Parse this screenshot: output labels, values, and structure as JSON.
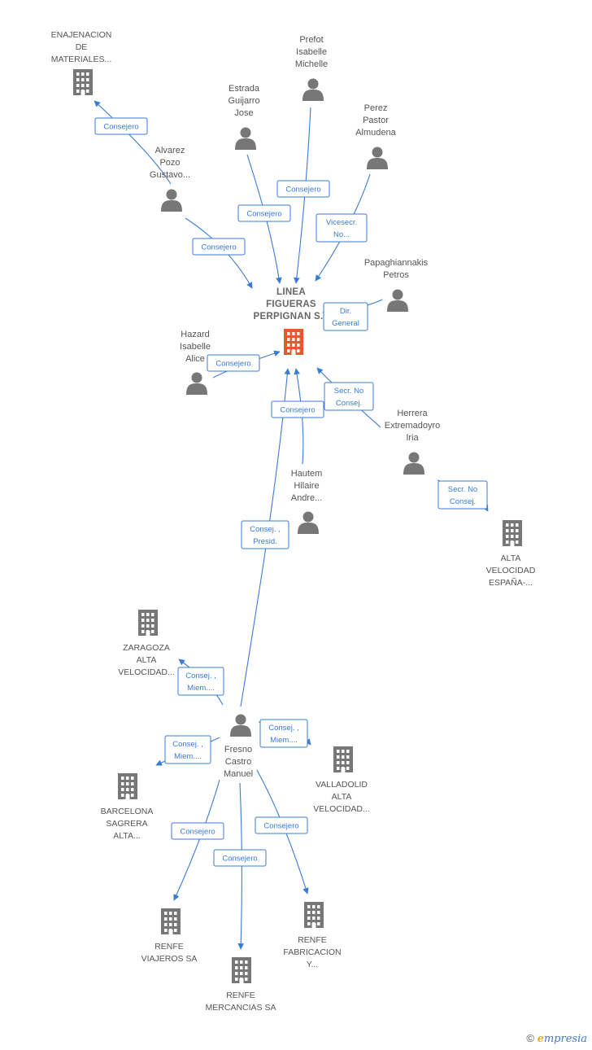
{
  "nodes": [
    {
      "id": "linea",
      "type": "company",
      "center": true,
      "lines": [
        "LINEA",
        "FIGUERAS",
        "PERPIGNAN S..."
      ]
    },
    {
      "id": "enajenacion",
      "type": "company",
      "lines": [
        "ENAJENACION",
        "DE",
        "MATERIALES..."
      ]
    },
    {
      "id": "alvarez",
      "type": "person",
      "lines": [
        "Alvarez",
        "Pozo",
        "Gustavo..."
      ]
    },
    {
      "id": "estrada",
      "type": "person",
      "lines": [
        "Estrada",
        "Guijarro",
        "Jose"
      ]
    },
    {
      "id": "prefot",
      "type": "person",
      "lines": [
        "Prefot",
        "Isabelle",
        "Michelle"
      ]
    },
    {
      "id": "perez",
      "type": "person",
      "lines": [
        "Perez",
        "Pastor",
        "Almudena"
      ]
    },
    {
      "id": "papaghiannakis",
      "type": "person",
      "lines": [
        "Papaghiannakis",
        "Petros"
      ]
    },
    {
      "id": "hazard",
      "type": "person",
      "lines": [
        "Hazard",
        "Isabelle",
        "Alice"
      ]
    },
    {
      "id": "herrera",
      "type": "person",
      "lines": [
        "Herrera",
        "Extremadoyro",
        "Iria"
      ]
    },
    {
      "id": "hautem",
      "type": "person",
      "lines": [
        "Hautem",
        "Hilaire",
        "Andre..."
      ]
    },
    {
      "id": "alta",
      "type": "company",
      "lines": [
        "ALTA",
        "VELOCIDAD",
        "ESPAÑA-..."
      ]
    },
    {
      "id": "zaragoza",
      "type": "company",
      "lines": [
        "ZARAGOZA",
        "ALTA",
        "VELOCIDAD..."
      ]
    },
    {
      "id": "fresno",
      "type": "person",
      "lines": [
        "Fresno",
        "Castro",
        "Manuel"
      ]
    },
    {
      "id": "barcelona",
      "type": "company",
      "lines": [
        "BARCELONA",
        "SAGRERA",
        "ALTA..."
      ]
    },
    {
      "id": "valladolid",
      "type": "company",
      "lines": [
        "VALLADOLID",
        "ALTA",
        "VELOCIDAD..."
      ]
    },
    {
      "id": "renfe_viajeros",
      "type": "company",
      "lines": [
        "RENFE",
        "VIAJEROS SA"
      ]
    },
    {
      "id": "renfe_mercancias",
      "type": "company",
      "lines": [
        "RENFE",
        "MERCANCIAS SA"
      ]
    },
    {
      "id": "renfe_fabricacion",
      "type": "company",
      "lines": [
        "RENFE",
        "FABRICACION",
        "Y..."
      ]
    }
  ],
  "edges": [
    {
      "from": "alvarez",
      "to": "enajenacion",
      "label": [
        "Consejero"
      ]
    },
    {
      "from": "alvarez",
      "to": "linea",
      "label": [
        "Consejero"
      ]
    },
    {
      "from": "estrada",
      "to": "linea",
      "label": [
        "Consejero"
      ]
    },
    {
      "from": "prefot",
      "to": "linea",
      "label": [
        "Consejero"
      ]
    },
    {
      "from": "perez",
      "to": "linea",
      "label": [
        "Vicesecr.",
        "No..."
      ]
    },
    {
      "from": "papaghiannakis",
      "to": "linea",
      "label": [
        "Dir.",
        "General"
      ]
    },
    {
      "from": "hazard",
      "to": "linea",
      "label": [
        "Consejero"
      ]
    },
    {
      "from": "herrera",
      "to": "linea",
      "label": [
        "Secr.  No",
        "Consej."
      ]
    },
    {
      "from": "herrera",
      "to": "alta",
      "label": [
        "Secr.  No",
        "Consej."
      ]
    },
    {
      "from": "hautem",
      "to": "linea",
      "label": [
        "Consejero"
      ]
    },
    {
      "from": "fresno",
      "to": "linea",
      "label": [
        "Consej. ,",
        "Presid."
      ]
    },
    {
      "from": "fresno",
      "to": "zaragoza",
      "label": [
        "Consej. ,",
        "Miem...."
      ]
    },
    {
      "from": "fresno",
      "to": "barcelona",
      "label": [
        "Consej. ,",
        "Miem...."
      ]
    },
    {
      "from": "fresno",
      "to": "valladolid",
      "label": [
        "Consej. ,",
        "Miem...."
      ]
    },
    {
      "from": "fresno",
      "to": "renfe_viajeros",
      "label": [
        "Consejero"
      ]
    },
    {
      "from": "fresno",
      "to": "renfe_mercancias",
      "label": [
        "Consejero"
      ]
    },
    {
      "from": "fresno",
      "to": "renfe_fabricacion",
      "label": [
        "Consejero"
      ]
    }
  ],
  "footer": {
    "copyright": "©",
    "brand_first": "e",
    "brand_rest": "mpresia"
  },
  "colors": {
    "edge": "#3a7bd5",
    "icon": "#777777",
    "center_icon": "#e8582e"
  }
}
